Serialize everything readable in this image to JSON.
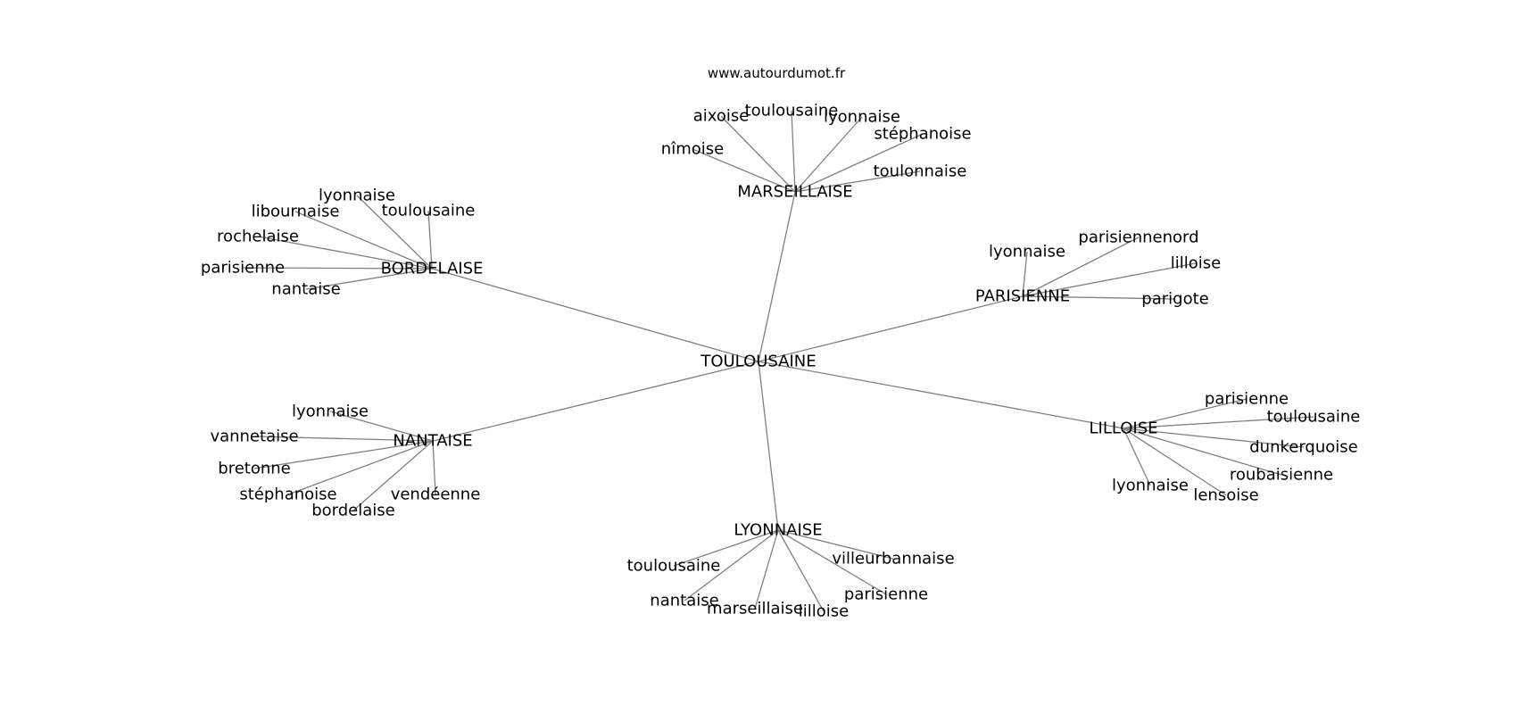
{
  "site": "www.autourdumot.fr",
  "center": "TOULOUSAINE",
  "hubs": [
    {
      "id": "marseillaise",
      "label": "MARSEILLAISE",
      "leaves": [
        "aixoise",
        "toulousaine",
        "lyonnaise",
        "stéphanoise",
        "nîmoise",
        "toulonnaise"
      ]
    },
    {
      "id": "bordelaise",
      "label": "BORDELAISE",
      "leaves": [
        "lyonnaise",
        "libournaise",
        "toulousaine",
        "rochelaise",
        "parisienne",
        "nantaise"
      ]
    },
    {
      "id": "parisienne",
      "label": "PARISIENNE",
      "leaves": [
        "lyonnaise",
        "parisiennenord",
        "lilloise",
        "parigote"
      ]
    },
    {
      "id": "nantaise",
      "label": "NANTAISE",
      "leaves": [
        "lyonnaise",
        "vannetaise",
        "bretonne",
        "stéphanoise",
        "bordelaise",
        "vendéenne"
      ]
    },
    {
      "id": "lilloise",
      "label": "LILLOISE",
      "leaves": [
        "parisienne",
        "toulousaine",
        "dunkerquoise",
        "roubaisienne",
        "lyonnaise",
        "lensoise"
      ]
    },
    {
      "id": "lyonnaise",
      "label": "LYONNAISE",
      "leaves": [
        "toulousaine",
        "villeurbannaise",
        "nantaise",
        "parisienne",
        "marseillaise",
        "lilloise"
      ]
    }
  ]
}
